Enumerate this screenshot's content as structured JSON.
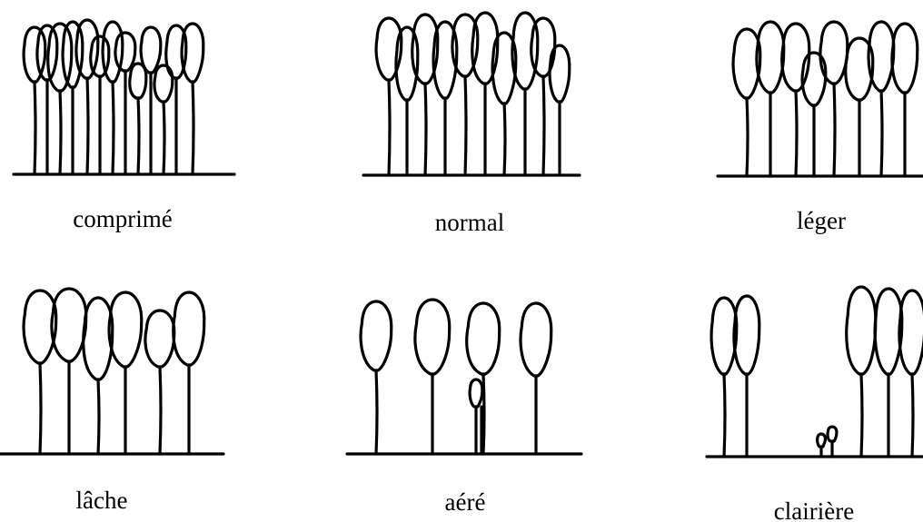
{
  "panels": [
    {
      "id": "comprime",
      "label": "comprimé"
    },
    {
      "id": "normal",
      "label": "normal"
    },
    {
      "id": "leger",
      "label": "léger"
    },
    {
      "id": "lache",
      "label": "lâche"
    },
    {
      "id": "aere",
      "label": "aéré"
    },
    {
      "id": "clairiere",
      "label": "clairière"
    }
  ]
}
